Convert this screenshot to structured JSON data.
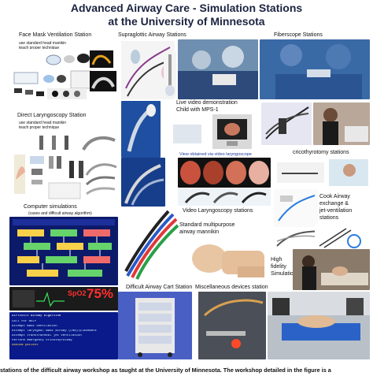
{
  "poster": {
    "title_line1": "Advanced Airway Care - Simulation Stations",
    "title_line2": "at the University of Minnesota",
    "labels": {
      "face_mask": "Face Mask Ventilation Station",
      "face_mask_sub1": "use standard head manikin",
      "face_mask_sub2": "teach proper technique",
      "supraglottic": "Supraglottic Airway Stations",
      "fiberscope": "Fiberscope Stations",
      "live_video1": "Live video demonstration",
      "live_video2": "Child with MPS-1",
      "direct_laryngoscopy": "Direct Laryngoscopy Station",
      "dl_sub1": "use standard head manikin",
      "dl_sub2": "teach proper technique",
      "view_obtained": "View obtained via video laryngoscope",
      "cricothyrotomy": "cricothyrotomy stations",
      "computer_sim": "Computer simulations",
      "computer_sim_sub": "(cases and difficult airway algorithm)",
      "video_laryngoscopy": "Video Laryngoscopy stations",
      "cook_airway1": "Cook Airway",
      "cook_airway2": "exchange &",
      "cook_airway3": "jet-ventilation",
      "cook_airway4": "stations",
      "multipurpose1": "Standard multipurpose",
      "multipurpose2": "airway mannikin",
      "high_fidelity1": "High",
      "high_fidelity2": "fidelity",
      "high_fidelity3": "Simulation",
      "difficult_cart": "Difficult Airway Cart Station",
      "misc_devices": "Miscellaneous devices station"
    },
    "sim_screen": {
      "spo2_label": "SpO2",
      "spo2_value": "75%",
      "lines": [
        "Difficult airway algorithm",
        "Call for HELP",
        "Attempt mask ventilation",
        "Attempt laryngeal mask airway (LMA)/placement",
        "Attempt transtracheal jet ventilation",
        "Perform emergency cricothyrotomy",
        "Random patient"
      ]
    }
  },
  "caption": "stations of the difficult airway workshop as taught at the University of Minnesota. The workshop detailed in the figure is a"
}
